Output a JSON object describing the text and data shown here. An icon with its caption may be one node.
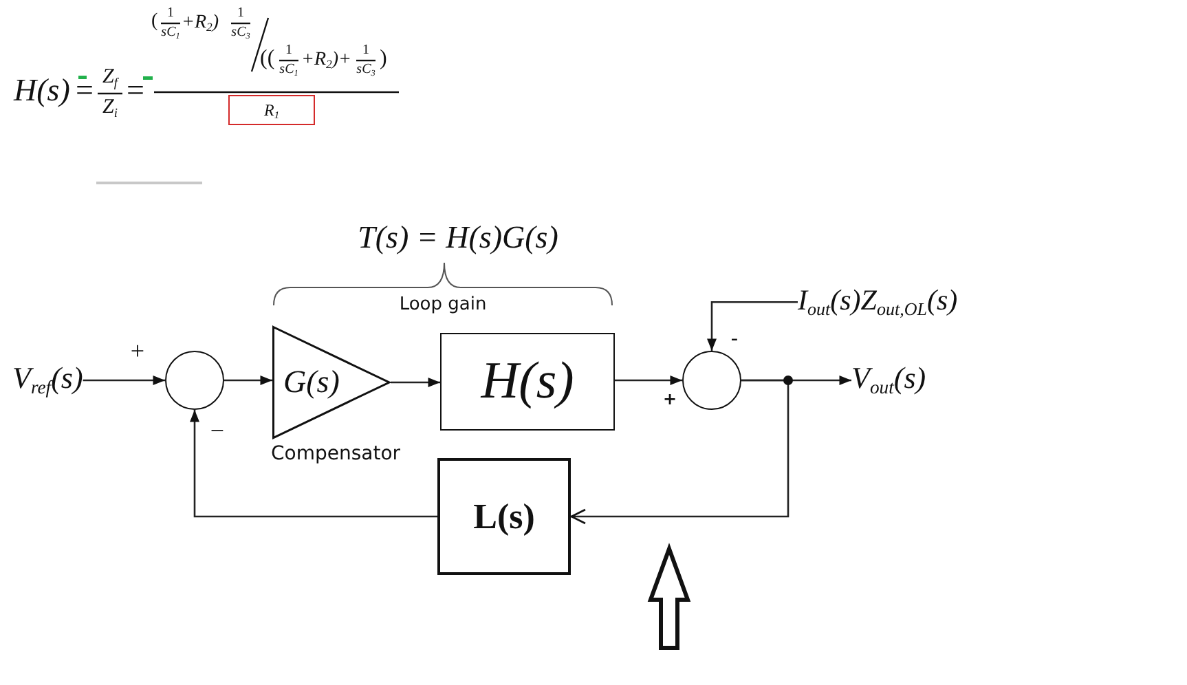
{
  "diagram": {
    "nodes": [
      {
        "text": [
          "R$_{1}$"
        ]
      },
      {
        "text": [
          "I$_{out}$(s)Z$_{out,OL}$(s)"
        ]
      },
      {
        "text": [
          "V$_{ref}$(s)"
        ]
      },
      {
        "text": [],
        "shape": "circle"
      },
      {
        "text": [
          "G(s)"
        ],
        "beside": [
          "Compensator"
        ]
      },
      {
        "text": [
          "H(s)"
        ]
      },
      {
        "text": [],
        "shape": "circle"
      },
      {
        "text": [
          "V$_{out}$(s)"
        ]
      },
      {
        "text": [
          "L(s)"
        ]
      }
    ],
    "edges": [
      {
        "from": 2,
        "to": 3,
        "arrow": "to"
      },
      {
        "from": 3,
        "to": 4,
        "arrow": "to"
      },
      {
        "from": 4,
        "to": 5,
        "arrow": "to"
      },
      {
        "from": 5,
        "to": 6,
        "arrow": "to"
      },
      {
        "from": 1,
        "to": 6,
        "arrow": "to"
      },
      {
        "from": 6,
        "to": 7,
        "arrow": "to"
      },
      {
        "from": 6,
        "to": 8,
        "arrow": "to"
      },
      {
        "from": 8,
        "to": 3,
        "arrow": "to"
      }
    ],
    "labels": [
      "H(s)",
      "=",
      "Z$_{f}$",
      "Z$_{i}$",
      "=",
      "(",
      "1",
      "sC$_{1}$",
      "+R$_{2}$)",
      "1",
      "sC$_{3}$",
      "((",
      "1",
      "sC$_{1}$",
      "+R$_{2}$)+",
      "1",
      "sC$_{3}$",
      ")",
      "T(s) = H(s)G(s)",
      "Loop gain",
      "-",
      "+",
      "+",
      "−"
    ]
  }
}
